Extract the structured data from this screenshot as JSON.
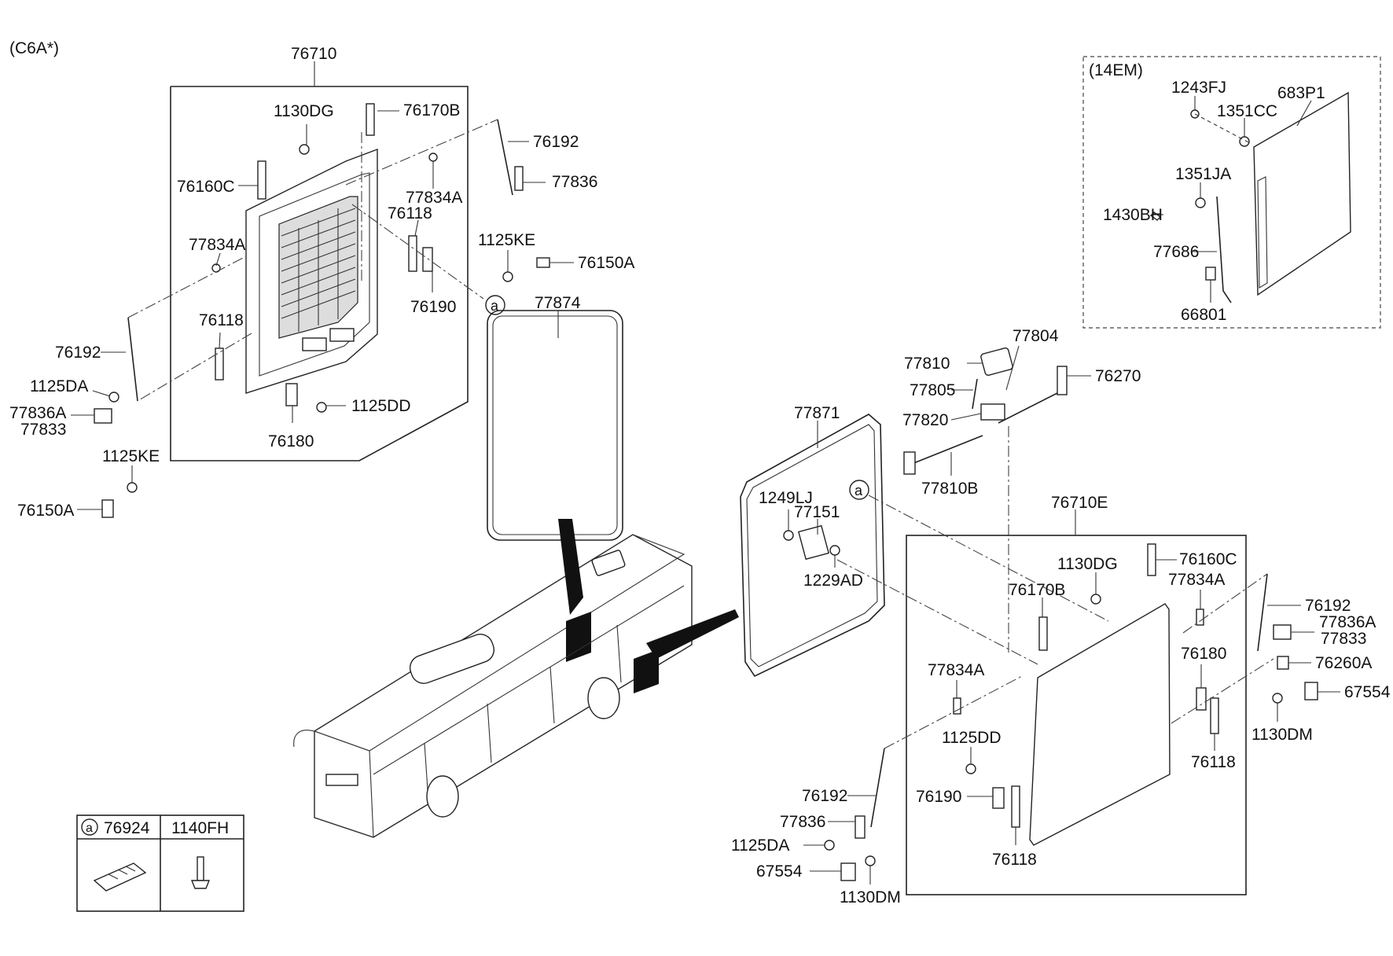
{
  "variant_code": "(C6A*)",
  "inset_code": "(14EM)",
  "legend": {
    "marker": "a",
    "col1": "76924",
    "col2": "1140FH"
  },
  "callout_marker": "a",
  "labels": {
    "l76710": "76710",
    "l1130DG_a": "1130DG",
    "l76170B_a": "76170B",
    "l76192_a": "76192",
    "l76160C_a": "76160C",
    "l77836_a": "77836",
    "l77834A_a": "77834A",
    "l76118_a": "76118",
    "l77834A_b": "77834A",
    "l1125KE_a": "1125KE",
    "l76150A_a": "76150A",
    "l76190_a": "76190",
    "l77874": "77874",
    "l76118_b": "76118",
    "l76192_b": "76192",
    "l1125DA_a": "1125DA",
    "l77836A_a": "77836A",
    "l77833_a": "77833",
    "l1125DD_a": "1125DD",
    "l76180_a": "76180",
    "l1125KE_b": "1125KE",
    "l76150A_b": "76150A",
    "l1243FJ": "1243FJ",
    "l1351CC": "1351CC",
    "l683P1": "683P1",
    "l1351JA": "1351JA",
    "l1430BH": "1430BH",
    "l77686": "77686",
    "l66801": "66801",
    "l77804": "77804",
    "l77810": "77810",
    "l77805": "77805",
    "l76270": "76270",
    "l77820": "77820",
    "l77871": "77871",
    "l77810B": "77810B",
    "l76710E": "76710E",
    "l1249LJ": "1249LJ",
    "l77151": "77151",
    "l1229AD": "1229AD",
    "l1130DG_b": "1130DG",
    "l76160C_b": "76160C",
    "l76170B_b": "76170B",
    "l77834A_c": "77834A",
    "l76192_c": "76192",
    "l77836A_b": "77836A",
    "l77833_b": "77833",
    "l76180_b": "76180",
    "l76260A": "76260A",
    "l67554_a": "67554",
    "l1130DM_a": "1130DM",
    "l77834A_d": "77834A",
    "l76118_c": "76118",
    "l1125DD_b": "1125DD",
    "l76190_b": "76190",
    "l76118_d": "76118",
    "l76192_d": "76192",
    "l77836_b": "77836",
    "l1125DA_b": "1125DA",
    "l67554_b": "67554",
    "l1130DM_b": "1130DM"
  }
}
